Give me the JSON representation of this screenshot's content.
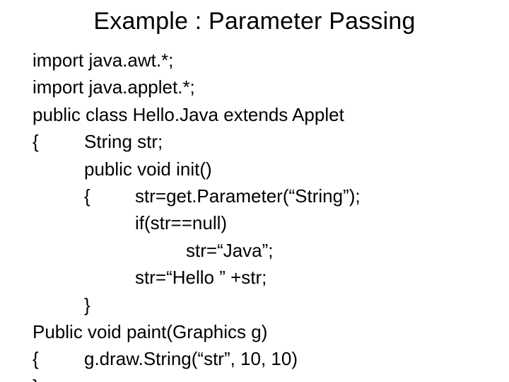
{
  "title": "Example : Parameter Passing",
  "code": {
    "line1": "import java.awt.*;",
    "line2": "import java.applet.*;",
    "line3": "public class Hello.Java extends Applet",
    "line4_brace": "{",
    "line4": "String str;",
    "line5": "public void init()",
    "line6_brace": "{",
    "line6": "str=get.Parameter(“String”);",
    "line7": "if(str==null)",
    "line8": "str=“Java”;",
    "line9": "str=“Hello ” +str;",
    "line10_brace": "}",
    "line11": "Public void paint(Graphics g)",
    "line12_brace": "{",
    "line12": "g.draw.String(“str”, 10, 10)",
    "line13_brace": "}"
  }
}
